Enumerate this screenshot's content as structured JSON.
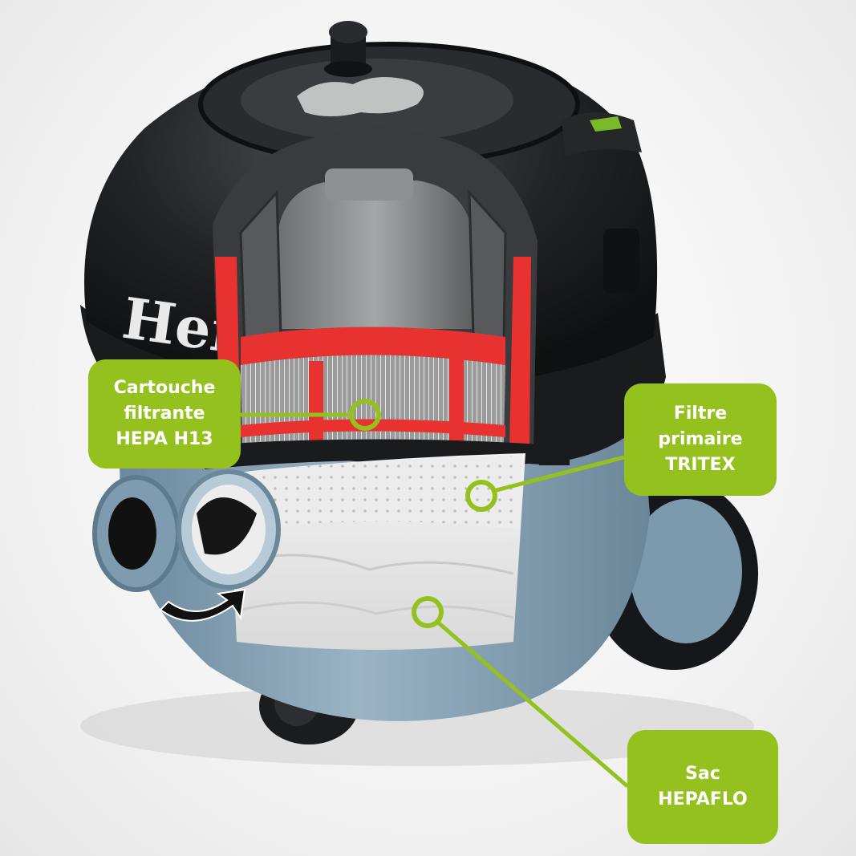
{
  "callouts": {
    "hepa": {
      "line1": "Cartouche",
      "line2": "filtrante",
      "line3": "HEPA H13"
    },
    "tritex": {
      "line1": "Filtre",
      "line2": "primaire",
      "line3": "TRITEX"
    },
    "sac": {
      "line1": "Sac",
      "line2": "HEPAFLO"
    }
  },
  "brand_text": "Hen",
  "colors": {
    "accent_green": "#95c11f",
    "body_blue": "#7e9bb0",
    "body_black": "#1d1e20",
    "filter_red": "#e8322f"
  }
}
